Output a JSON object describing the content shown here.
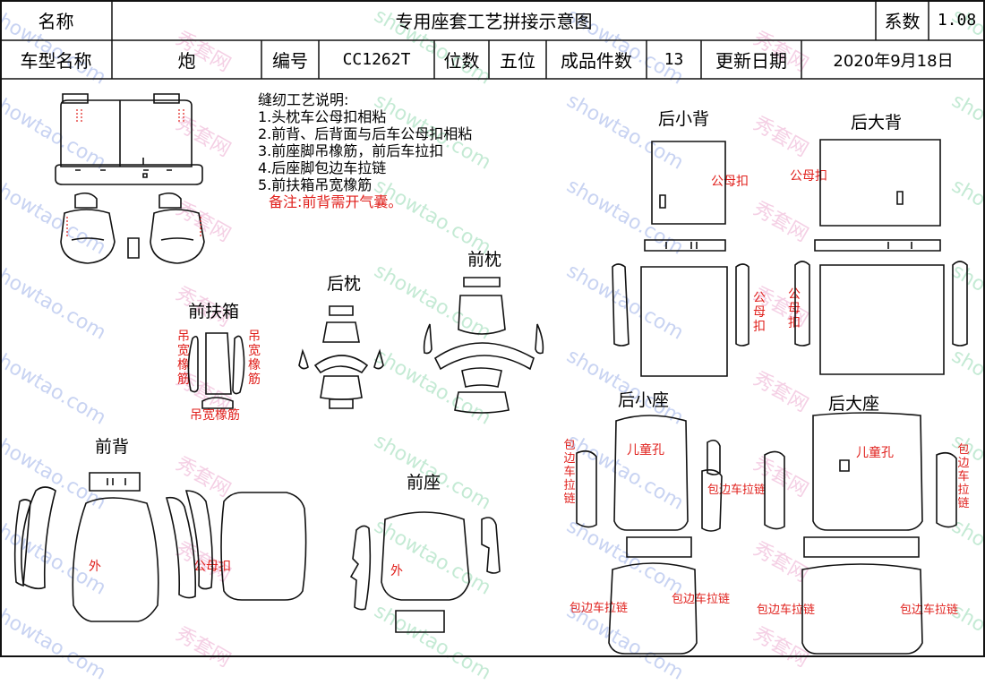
{
  "header": {
    "name_label": "名称",
    "title": "专用座套工艺拼接示意图",
    "coef_label": "系数",
    "coef_value": "1.08",
    "model_label": "车型名称",
    "model_value": "炮",
    "code_label": "编号",
    "code_value": "CC1262T",
    "seats_label": "位数",
    "seats_value": "五位",
    "pieces_label": "成品件数",
    "pieces_value": "13",
    "date_label": "更新日期",
    "date_value": "2020年9月18日"
  },
  "notes": {
    "title": "缝纫工艺说明:",
    "items": [
      "1.头枕车公母扣相粘",
      "2.前背、后背面与后车公母扣相粘",
      "3.前座脚吊橡筋，前后车拉扣",
      "4.后座脚包边车拉链",
      "5.前扶箱吊宽橡筋"
    ],
    "remark": "备注:前背需开气囊。"
  },
  "sections": {
    "rear_small_back": "后小背",
    "rear_big_back": "后大背",
    "front_pillow": "前枕",
    "rear_pillow": "后枕",
    "front_armrest": "前扶箱",
    "front_back": "前背",
    "front_seat": "前座",
    "rear_small_seat": "后小座",
    "rear_big_seat": "后大座"
  },
  "labels": {
    "snap": "公母扣",
    "hang_elastic": "吊宽橡筋",
    "outer": "外",
    "child_hole": "儿童孔",
    "zipper_edge": "包边车拉链"
  },
  "watermark": {
    "site": "showtao.com",
    "brand": "秀套网"
  },
  "colors": {
    "accent_red": "#e0201c",
    "watermark_blue": "#5a7bd8",
    "watermark_pink": "#e070b0",
    "watermark_green": "#50c080"
  }
}
